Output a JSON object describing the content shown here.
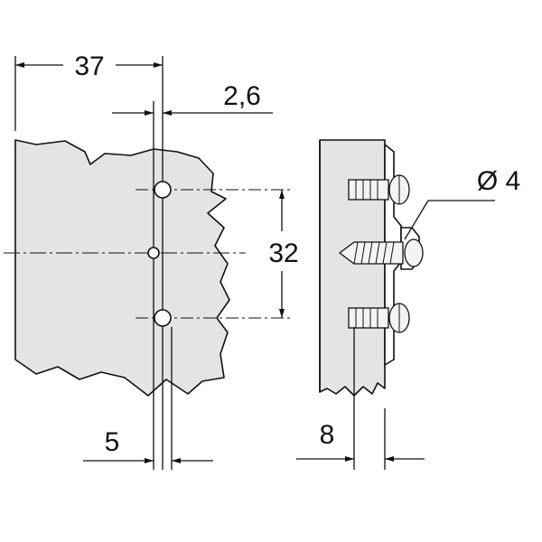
{
  "drawing": {
    "dimensions": {
      "width_37": "37",
      "offset_2_6": "2,6",
      "spacing_32": "32",
      "hole_5": "5",
      "depth_8": "8",
      "diameter_4": "Ø 4"
    },
    "colors": {
      "panel_fill": "#e3e4e5",
      "line": "#111111",
      "background": "#ffffff",
      "screw": "#f4f4f4"
    }
  }
}
